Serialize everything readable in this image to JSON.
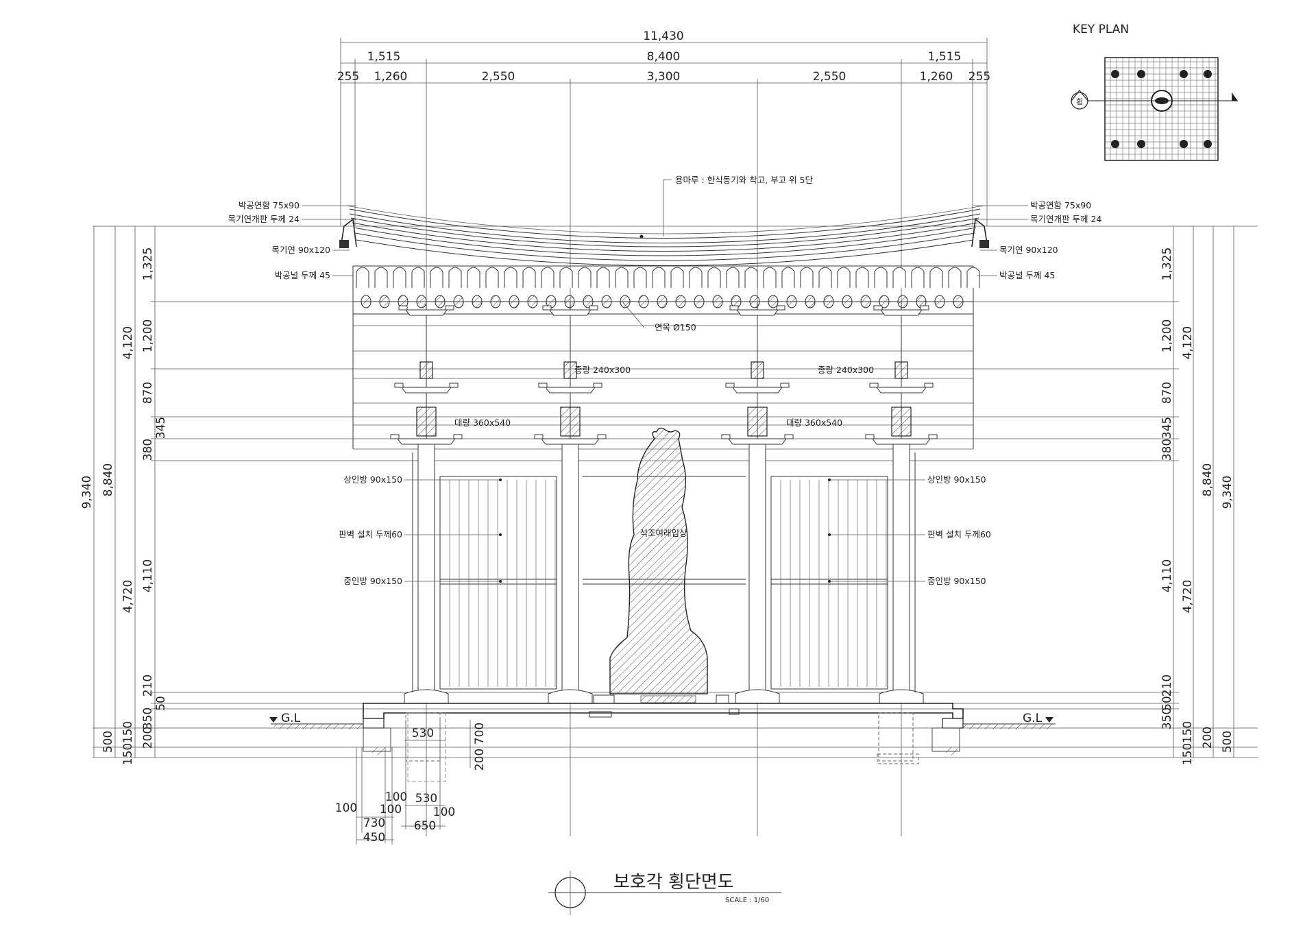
{
  "drawing": {
    "title": "보호각 횡단면도",
    "scale": "SCALE : 1/60",
    "key_plan": {
      "title": "KEY PLAN",
      "marker": "횡"
    }
  },
  "dims_top": {
    "overall": "11,430",
    "row2": [
      "1,515",
      "8,400",
      "1,515"
    ],
    "row3": [
      "255",
      "1,260",
      "2,550",
      "3,300",
      "2,550",
      "1,260",
      "255"
    ]
  },
  "dims_side": {
    "total": "9,340",
    "above_gl": "8,840",
    "roof": "4,120",
    "body": "4,720",
    "segments": [
      "1,325",
      "1,200",
      "870",
      "345",
      "380",
      "4,110",
      "210",
      "50",
      "350",
      "150",
      "200",
      "500",
      "150"
    ]
  },
  "dims_foundation": [
    "530",
    "700",
    "200",
    "100",
    "100",
    "530",
    "100",
    "100",
    "450",
    "730",
    "650"
  ],
  "labels": {
    "ridge": "용마루 : 한식동기와 착고, 부고 위 5단",
    "bargeboard_frame": "박공연함 75x90",
    "barge_panel": "목기연개판 두께 24",
    "flying_rafter": "목기연 90x120",
    "bargeboard": "박공널 두께 45",
    "rafter": "연목 Ø150",
    "joist_beam": "종량 240x300",
    "main_beam": "대량 360x540",
    "upper_lintel": "상인방 90x150",
    "panel_wall": "판벽 설치 두께60",
    "middle_lintel": "중인방 90x150",
    "statue": "석조여래입상",
    "ground_level": "G.L"
  }
}
